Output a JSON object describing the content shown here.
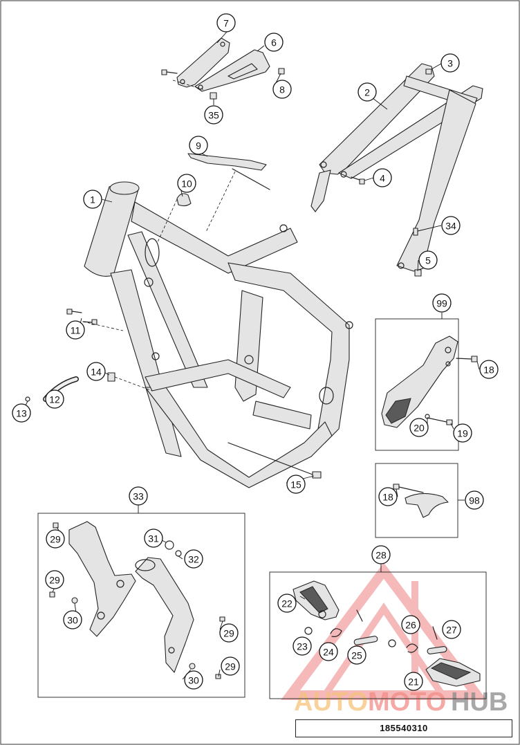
{
  "document_number": "185540310",
  "watermark": {
    "parts": [
      "AUTO",
      "MOTO",
      "HUB"
    ],
    "colors": [
      "#f6c27a",
      "#f28c86",
      "#8c8c8c"
    ],
    "triangle_color": "#f08080"
  },
  "callouts": [
    {
      "id": "1",
      "label": "1"
    },
    {
      "id": "2",
      "label": "2"
    },
    {
      "id": "3",
      "label": "3"
    },
    {
      "id": "4",
      "label": "4"
    },
    {
      "id": "5",
      "label": "5"
    },
    {
      "id": "6",
      "label": "6"
    },
    {
      "id": "7",
      "label": "7"
    },
    {
      "id": "8",
      "label": "8"
    },
    {
      "id": "9",
      "label": "9"
    },
    {
      "id": "10",
      "label": "10"
    },
    {
      "id": "11",
      "label": "11"
    },
    {
      "id": "12",
      "label": "12"
    },
    {
      "id": "13",
      "label": "13"
    },
    {
      "id": "14",
      "label": "14"
    },
    {
      "id": "15",
      "label": "15"
    },
    {
      "id": "18a",
      "label": "18"
    },
    {
      "id": "18b",
      "label": "18"
    },
    {
      "id": "19",
      "label": "19"
    },
    {
      "id": "20",
      "label": "20"
    },
    {
      "id": "21",
      "label": "21"
    },
    {
      "id": "22",
      "label": "22"
    },
    {
      "id": "23",
      "label": "23"
    },
    {
      "id": "24",
      "label": "24"
    },
    {
      "id": "25",
      "label": "25"
    },
    {
      "id": "26",
      "label": "26"
    },
    {
      "id": "27",
      "label": "27"
    },
    {
      "id": "28",
      "label": "28"
    },
    {
      "id": "29a",
      "label": "29"
    },
    {
      "id": "29b",
      "label": "29"
    },
    {
      "id": "29c",
      "label": "29"
    },
    {
      "id": "29d",
      "label": "29"
    },
    {
      "id": "30a",
      "label": "30"
    },
    {
      "id": "30b",
      "label": "30"
    },
    {
      "id": "31",
      "label": "31"
    },
    {
      "id": "32",
      "label": "32"
    },
    {
      "id": "33",
      "label": "33"
    },
    {
      "id": "34",
      "label": "34"
    },
    {
      "id": "35",
      "label": "35"
    },
    {
      "id": "98",
      "label": "98"
    },
    {
      "id": "99",
      "label": "99"
    }
  ]
}
